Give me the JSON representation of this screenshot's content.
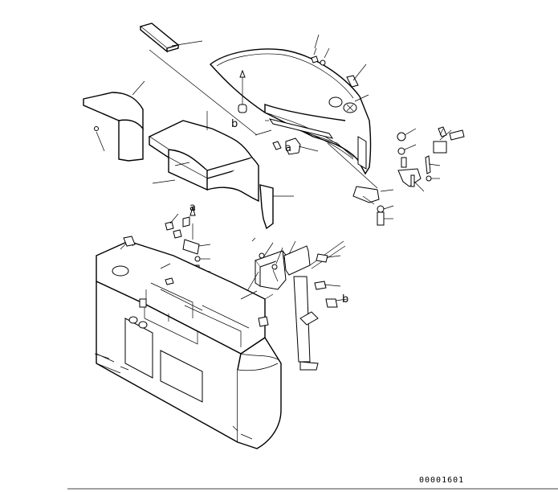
{
  "drawing": {
    "reference_labels": [
      {
        "id": "a-upper",
        "text": "a"
      },
      {
        "id": "a-lower",
        "text": "a"
      },
      {
        "id": "b-upper",
        "text": "b"
      },
      {
        "id": "b-lower",
        "text": "b"
      }
    ],
    "drawing_number": "00001601"
  }
}
